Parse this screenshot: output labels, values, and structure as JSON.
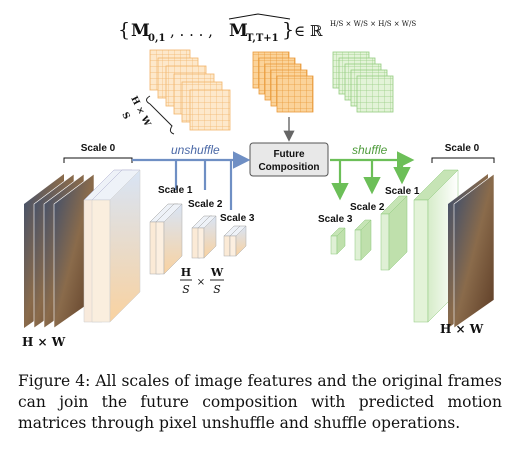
{
  "formula": {
    "set_open": "{",
    "M": "M",
    "sub_start": "0,1",
    "dots": ", . . . , ",
    "M_hat": "M",
    "sub_end": "T,T+1",
    "set_close": "}",
    "in_reals": "∈ ℝ",
    "exponent": "H/S × W/S × H/S × W/S"
  },
  "labels": {
    "hw_side": "H × W",
    "hw_side_over": "S",
    "unshuffle": "unshuffle",
    "shuffle": "shuffle",
    "future_composition_1": "Future",
    "future_composition_2": "Composition",
    "scale0_left": "Scale 0",
    "scale0_right": "Scale 0",
    "scale1_left": "Scale 1",
    "scale2_left": "Scale 2",
    "scale3_left": "Scale 3",
    "scale1_right": "Scale 1",
    "scale2_right": "Scale 2",
    "scale3_right": "Scale 3",
    "hs_num": "H",
    "hs_den": "S",
    "ws_num": "W",
    "ws_den": "S",
    "times": "×",
    "hw_left": "H × W",
    "hw_right": "H × W"
  },
  "caption": "Figure 4:  All scales of image features and the original frames can join the future composition with predicted motion matrices through pixel unshuffle and shuffle operations.",
  "colors": {
    "orange_light": "#fce3c2",
    "orange_dark": "#f5b25a",
    "green_light": "#dff0d5",
    "green_dark": "#8cc87a",
    "blue_arrow": "#6f8fc4",
    "green_arrow": "#6cbf58",
    "box_fill": "#e8e8e8"
  }
}
